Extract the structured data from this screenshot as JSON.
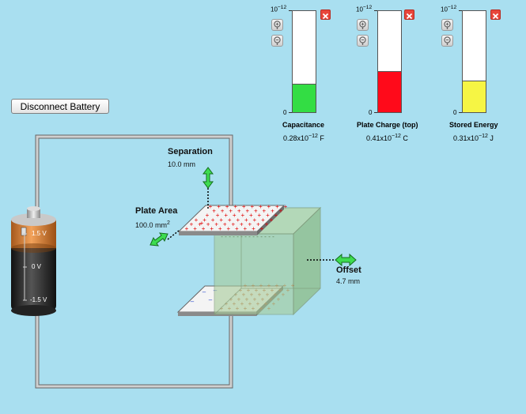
{
  "controls": {
    "disconnect_label": "Disconnect Battery"
  },
  "meters": [
    {
      "name": "capacitance",
      "exp": "10",
      "exp_pow": "−12",
      "zero": "0",
      "label": "Capacitance",
      "value": "0.28x10",
      "value_pow": "−12",
      "unit": "F",
      "fill_fraction": 0.28,
      "color": "#33dd44"
    },
    {
      "name": "plate-charge",
      "exp": "10",
      "exp_pow": "−12",
      "zero": "0",
      "label": "Plate Charge (top)",
      "value": "0.41x10",
      "value_pow": "−12",
      "unit": "C",
      "fill_fraction": 0.41,
      "color": "#ff0a1a"
    },
    {
      "name": "stored-energy",
      "exp": "10",
      "exp_pow": "−12",
      "zero": "0",
      "label": "Stored Energy",
      "value": "0.31x10",
      "value_pow": "−12",
      "unit": "J",
      "fill_fraction": 0.31,
      "color": "#f6f544"
    }
  ],
  "separation": {
    "label": "Separation",
    "value": "10.0 mm"
  },
  "plate_area": {
    "label": "Plate Area",
    "value": "100.0 mm",
    "pow": "2"
  },
  "offset": {
    "label": "Offset",
    "value": "4.7 mm"
  },
  "battery": {
    "top_label": "1.5 V",
    "mid_label": "0 V",
    "bot_label": "-1.5 V"
  },
  "colors": {
    "background": "#a9dff0",
    "wire": "#999999",
    "dielectric": "#a7cc99",
    "positive": "#e00000",
    "negative": "#2244cc"
  }
}
